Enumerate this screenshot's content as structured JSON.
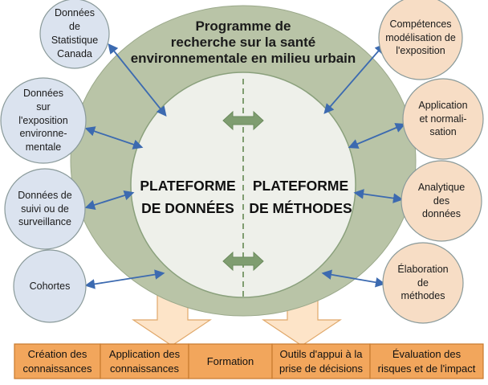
{
  "program_title": "Programme de\nrecherche sur la santé\nenvironnementale en milieu urbain",
  "platform_data": "PLATEFORME\nDE DONNÉES",
  "platform_methods": "PLATEFORME\nDE MÉTHODES",
  "data_sources": [
    "Données\nde\nStatistique\nCanada",
    "Données\nsur\nl'exposition\nenvironne-\nmentale",
    "Données de\nsuivi ou de\nsurveillance",
    "Cohortes"
  ],
  "method_items": [
    "Compétences\nmodélisation de\nl'exposition",
    "Application\net normali-\nsation",
    "Analytique\ndes\ndonnées",
    "Élaboration\nde\nméthodes"
  ],
  "outputs": [
    "Création des\nconnaissances",
    "Application des\nconnaissances",
    "Formation",
    "Outils d'appui à la\nprise de décisions",
    "Évaluation des\nrisques et de l'impact"
  ],
  "colors": {
    "outer_ring": "#b9c4a7",
    "inner_circle": "#eef0ea",
    "data_node_fill": "#dbe3ef",
    "method_node_fill": "#f7ddc5",
    "node_border": "#8a9a9a",
    "connector": "#3c6ab0",
    "inner_arrow": "#7f9d70",
    "output_fill": "#f2a65c",
    "output_border": "#c87a2e",
    "big_arrow_fill": "#fde4c8",
    "big_arrow_border": "#e0a86a"
  }
}
